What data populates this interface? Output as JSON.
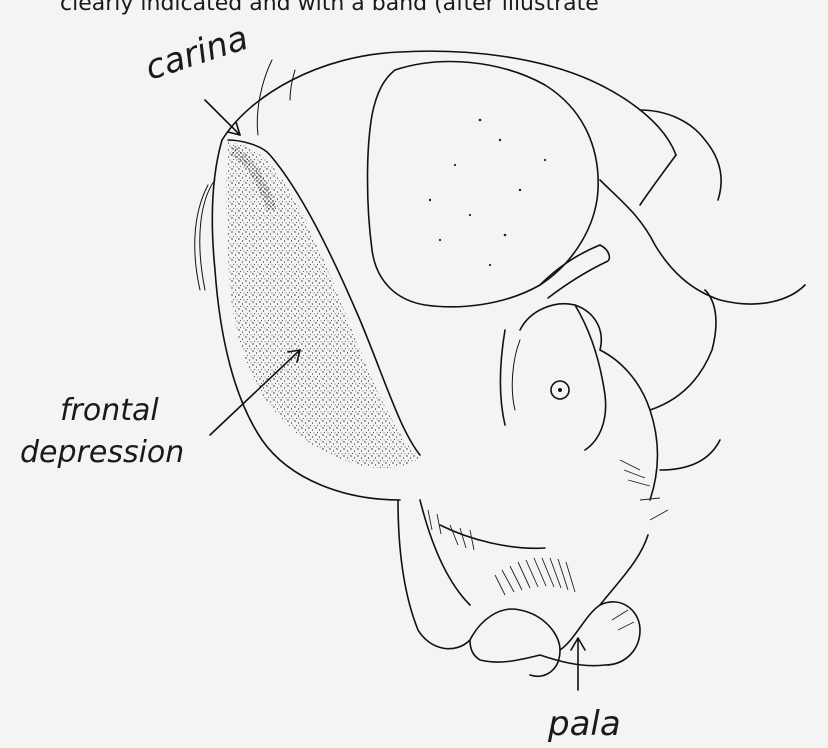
{
  "header_text": "clearly indicated and      with a band (after illustrate",
  "labels": {
    "carina": "carina",
    "frontal_line1": "frontal",
    "frontal_line2": "depression",
    "pala": "pala"
  },
  "colors": {
    "paper": "#f4f4f4",
    "ink": "#111111"
  }
}
